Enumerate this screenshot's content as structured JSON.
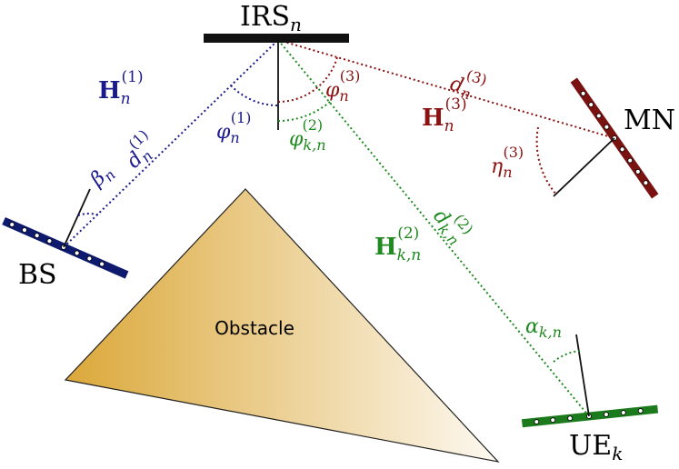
{
  "nodes": {
    "irs": {
      "name": "IRS",
      "sub": "n"
    },
    "bs": {
      "name": "BS"
    },
    "mn": {
      "name": "MN"
    },
    "ue": {
      "name": "UE",
      "sub": "k"
    }
  },
  "obstacle": {
    "label": "Obstacle"
  },
  "links": {
    "bs_irs": {
      "H": "H",
      "sub": "n",
      "sup": "(1)",
      "d": "d",
      "d_sub": "n",
      "d_sup": "(1)"
    },
    "irs_mn": {
      "H": "H",
      "sub": "n",
      "sup": "(3)",
      "d": "d",
      "d_sub": "n",
      "d_sup": "(3)"
    },
    "irs_ue": {
      "H": "H",
      "sub": "k,n",
      "sup": "(2)",
      "d": "d",
      "d_sub": "k,n",
      "d_sup": "(2)"
    }
  },
  "angles": {
    "phi1": {
      "sym": "φ",
      "sub": "n",
      "sup": "(1)"
    },
    "phi2": {
      "sym": "φ",
      "sub": "k,n",
      "sup": "(2)"
    },
    "phi3": {
      "sym": "φ",
      "sub": "n",
      "sup": "(3)"
    },
    "beta": {
      "sym": "β",
      "sub": "n"
    },
    "eta": {
      "sym": "η",
      "sub": "n",
      "sup": "(3)"
    },
    "alpha": {
      "sym": "α",
      "sub": "k,n"
    }
  },
  "colors": {
    "bs_link": "#1a1a8c",
    "mn_link": "#8b1010",
    "ue_link": "#1f8a1f",
    "bs_array": "#0d1a6e",
    "mn_array": "#7a1212",
    "ue_array": "#1b7a1b",
    "irs": "#111111",
    "obstacle_dark": "#dba83a",
    "obstacle_light": "#fdf9f1"
  }
}
